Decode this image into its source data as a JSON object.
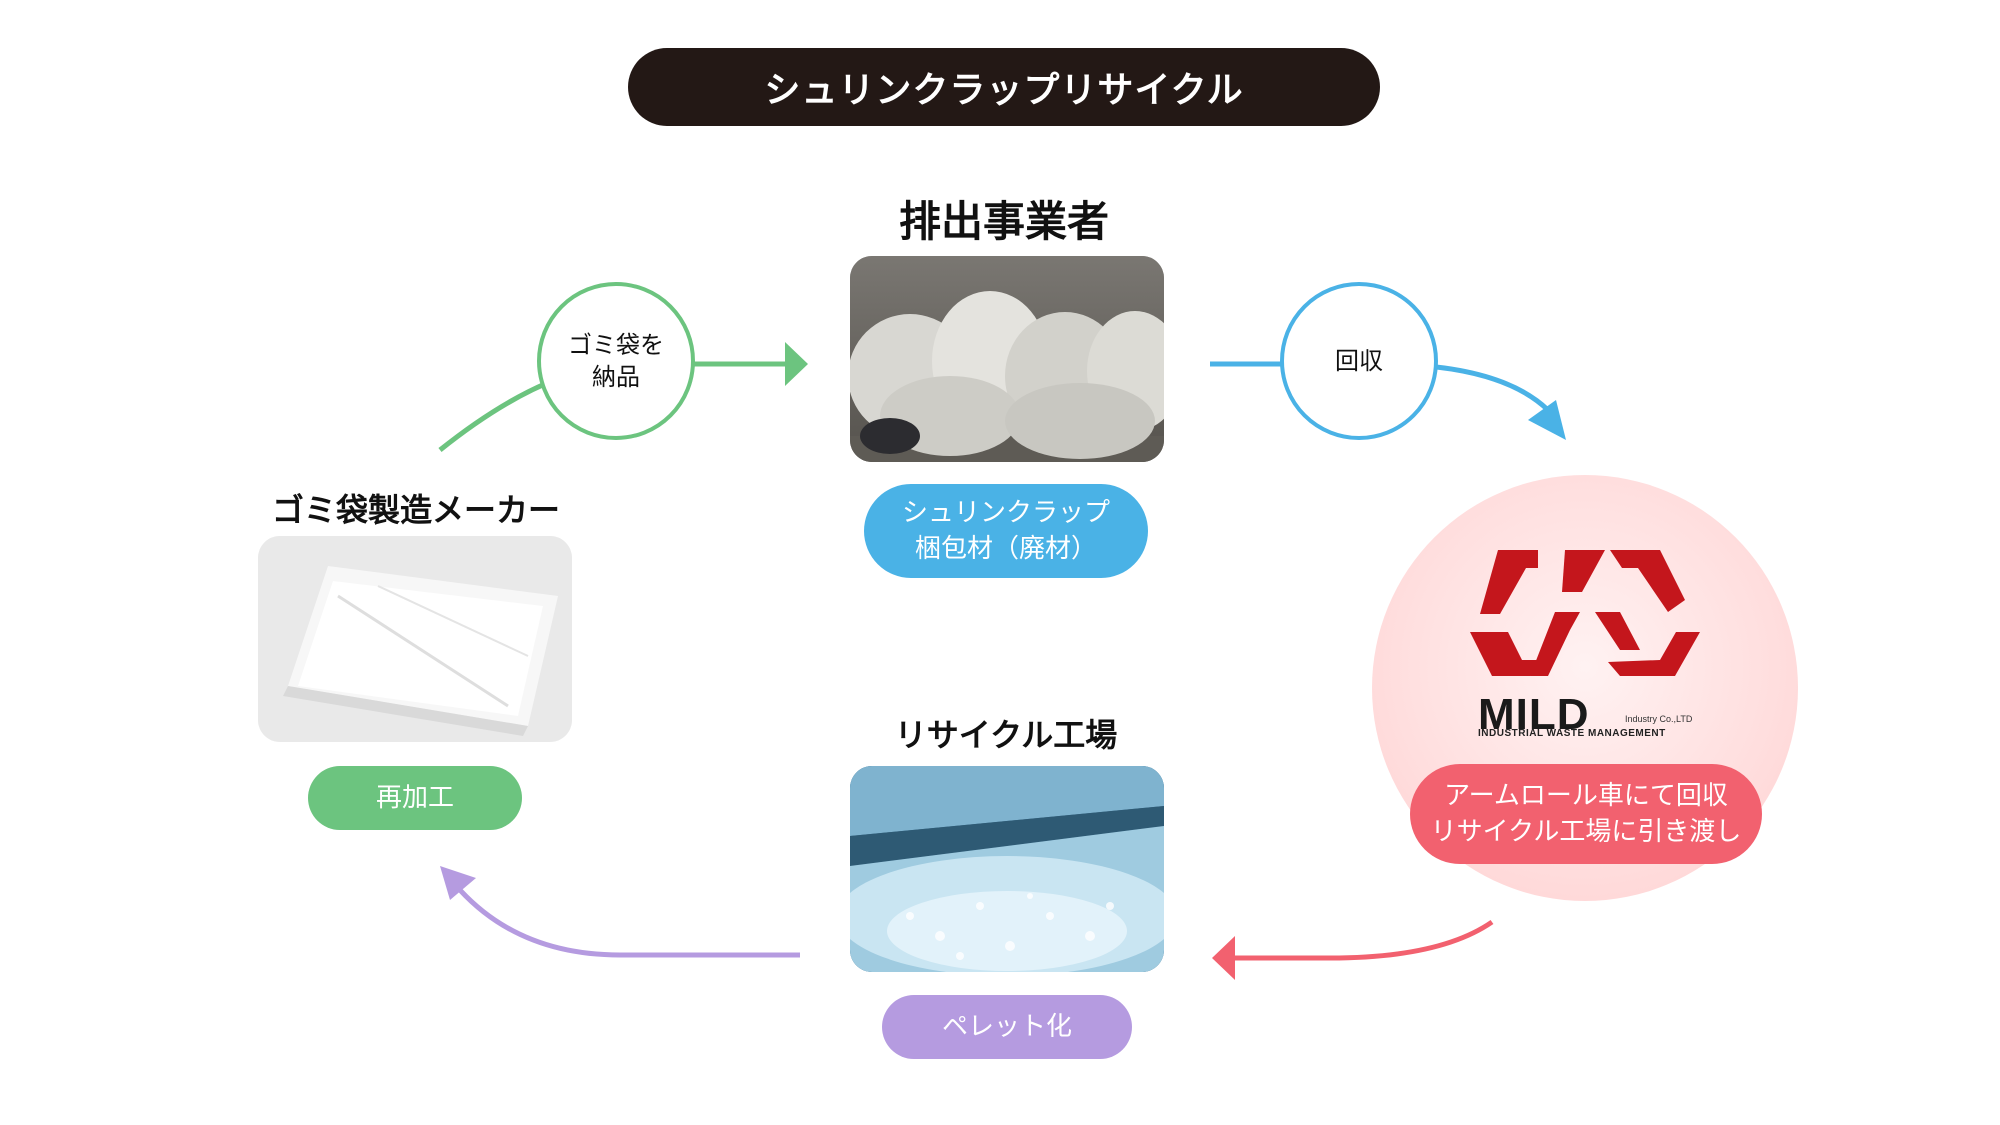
{
  "title": "シュリンクラップリサイクル",
  "nodes": {
    "emitter": {
      "title": "排出事業者",
      "label": "シュリンクラップ\n梱包材（廃材）",
      "color": "#4ab2e6"
    },
    "mild": {
      "logo_name": "MILD",
      "logo_suffix": "Industry Co.,LTD",
      "logo_tagline": "INDUSTRIAL WASTE MANAGEMENT",
      "label": "アームロール車にて回収\nリサイクル工場に引き渡し",
      "logo_color": "#c4161c",
      "label_color": "#f2616f"
    },
    "factory": {
      "title": "リサイクル工場",
      "label": "ペレット化",
      "color": "#b59be0"
    },
    "maker": {
      "title": "ゴミ袋製造メーカー",
      "label": "再加工",
      "color": "#6cc47f"
    }
  },
  "flows": {
    "deliver": {
      "label": "ゴミ袋を\n納品",
      "color": "#6cc47f"
    },
    "collect": {
      "label": "回収",
      "color": "#4ab2e6"
    },
    "to_factory": {
      "color": "#f2616f"
    },
    "to_maker": {
      "color": "#b59be0"
    }
  }
}
